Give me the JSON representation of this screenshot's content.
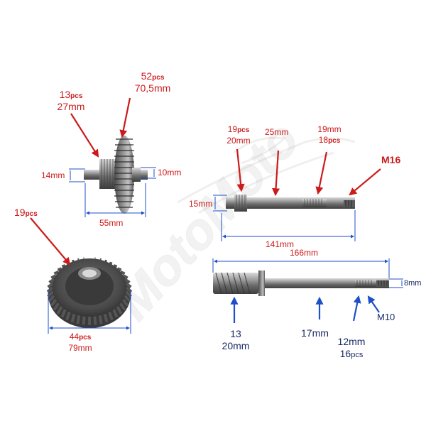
{
  "labels": {
    "pcs_suffix": "pcs",
    "pinion_count": "13",
    "pinion_diameter": "27mm",
    "drive_gear_count": "52",
    "drive_gear_diameter": "70,5mm",
    "shaft_left_dia": "14mm",
    "shaft_right_dia": "10mm",
    "gear_assembly_length": "55mm",
    "inner_spline_count": "19",
    "driven_gear_count": "44",
    "driven_gear_diameter": "79mm",
    "shaft_spline_left_count": "19",
    "shaft_spline_left_dia": "20mm",
    "shaft_middle_dia": "25mm",
    "shaft_spline_right_dia": "19mm",
    "shaft_spline_right_count": "18",
    "thread_m16": "M16",
    "shaft_end_dia": "15mm",
    "shaft_length_141": "141mm",
    "shaft_length_166": "166mm",
    "shaft_tip_dia": "8mm",
    "helical_count": "13",
    "helical_dia": "20mm",
    "shaft_mid_17": "17mm",
    "spline_12_dia": "12mm",
    "spline_12_count": "16",
    "thread_m10": "M10"
  },
  "colors": {
    "label_red": "#cc1b1b",
    "label_navy": "#1a2a66",
    "dimension_blue": "#1e4fc9",
    "background": "#ffffff"
  }
}
